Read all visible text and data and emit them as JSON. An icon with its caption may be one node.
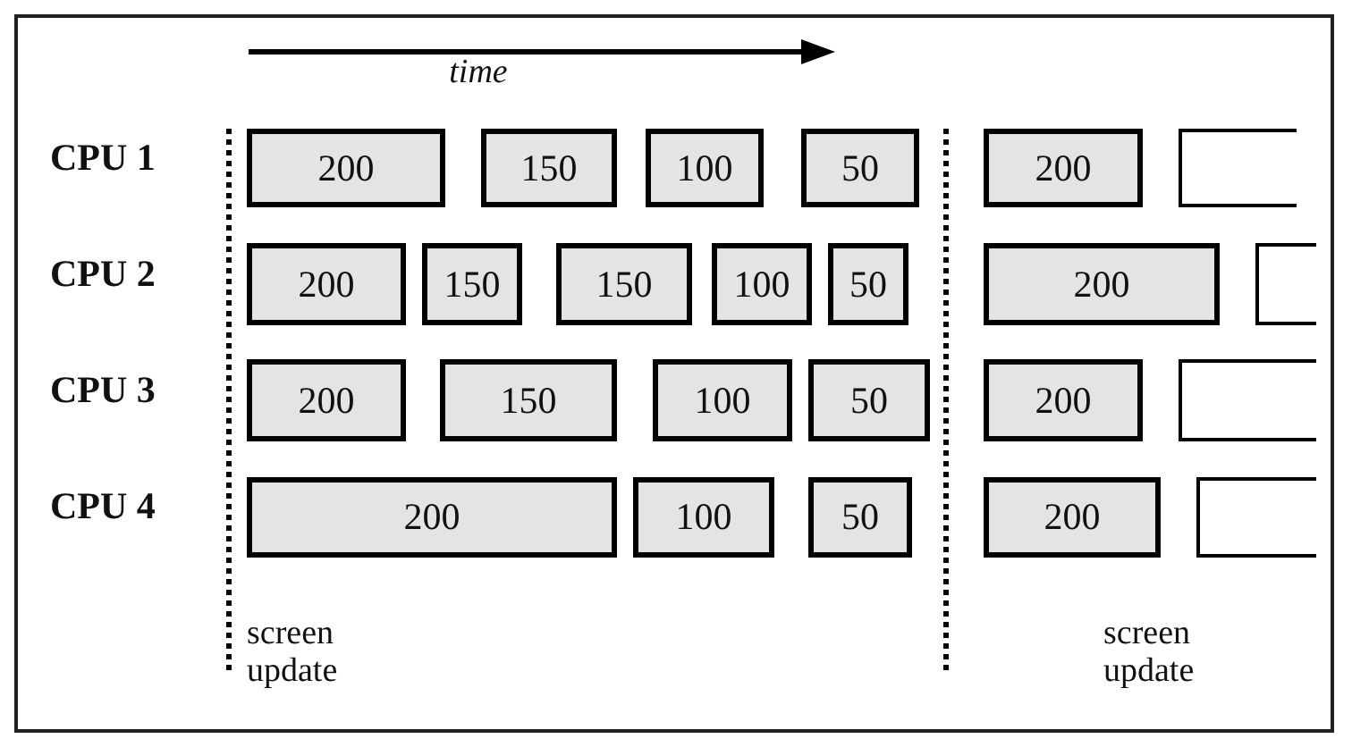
{
  "diagram": {
    "nodes": [
      {
        "text": [
          "200"
        ]
      },
      {
        "text": [
          "150"
        ]
      },
      {
        "text": [
          "100"
        ]
      },
      {
        "text": [
          "50"
        ]
      },
      {
        "text": [
          "200"
        ]
      },
      {
        "text": [],
        "shape": "box"
      },
      {
        "text": [
          "200"
        ]
      },
      {
        "text": [
          "150"
        ]
      },
      {
        "text": [
          "150"
        ]
      },
      {
        "text": [
          "100"
        ]
      },
      {
        "text": [
          "50"
        ]
      },
      {
        "text": [
          "200"
        ]
      },
      {
        "text": [],
        "shape": "box"
      },
      {
        "text": [
          "200"
        ]
      },
      {
        "text": [
          "150"
        ]
      },
      {
        "text": [
          "100"
        ]
      },
      {
        "text": [
          "50"
        ]
      },
      {
        "text": [
          "200"
        ]
      },
      {
        "text": [],
        "shape": "box"
      },
      {
        "text": [
          "200"
        ]
      },
      {
        "text": [
          "100"
        ]
      },
      {
        "text": [
          "50"
        ]
      },
      {
        "text": [
          "200"
        ]
      },
      {
        "text": [],
        "shape": "box"
      }
    ],
    "edges": [],
    "labels": [
      "time",
      "CPU 1",
      "CPU 2",
      "CPU 3",
      "CPU 4",
      "screen update",
      "screen update"
    ]
  }
}
